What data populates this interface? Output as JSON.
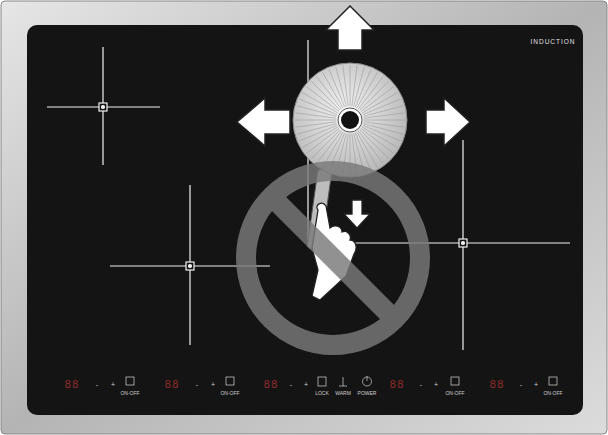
{
  "diagram": {
    "labels": [
      "INDUCTION",
      "88",
      "-",
      "+",
      "ON-OFF",
      "88",
      "-",
      "+",
      "ON-OFF",
      "88",
      "-",
      "+",
      "LOCK",
      "WARM",
      "POWER",
      "88",
      "-",
      "+",
      "ON-OFF",
      "88",
      "-",
      "+",
      "ON-OFF"
    ]
  }
}
